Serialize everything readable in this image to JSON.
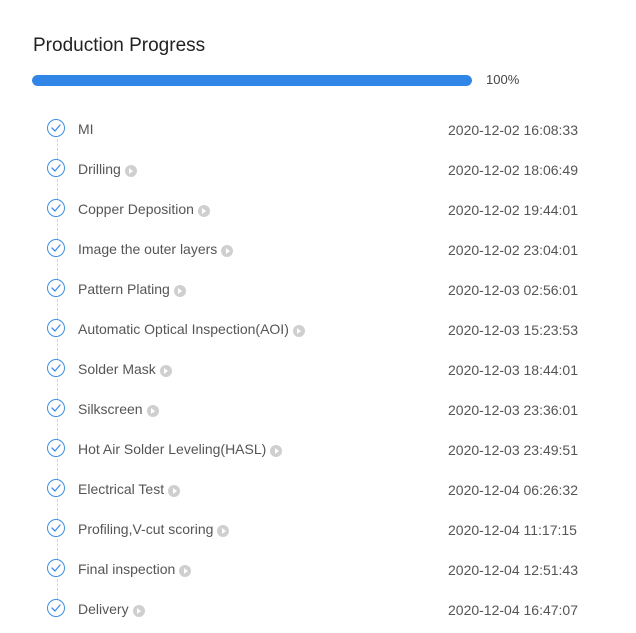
{
  "title": "Production Progress",
  "progress": {
    "value": 100,
    "label": "100%",
    "fill_color": "#2f86e6",
    "track_color": "#e6ebf2"
  },
  "colors": {
    "check": "#3d8ee8",
    "connector": "#bfd4ee",
    "play_icon": "#cfcfcf"
  },
  "steps": [
    {
      "label": "MI",
      "time": "2020-12-02 16:08:33",
      "play": false,
      "icon": "check-circle-icon"
    },
    {
      "label": "Drilling",
      "time": "2020-12-02 18:06:49",
      "play": true,
      "icon": "check-circle-icon"
    },
    {
      "label": "Copper Deposition",
      "time": "2020-12-02 19:44:01",
      "play": true,
      "icon": "check-circle-icon"
    },
    {
      "label": "Image the outer layers",
      "time": "2020-12-02 23:04:01",
      "play": true,
      "icon": "check-circle-icon"
    },
    {
      "label": "Pattern Plating",
      "time": "2020-12-03 02:56:01",
      "play": true,
      "icon": "check-circle-icon"
    },
    {
      "label": "Automatic Optical Inspection(AOI)",
      "time": "2020-12-03 15:23:53",
      "play": true,
      "icon": "check-circle-icon"
    },
    {
      "label": "Solder Mask",
      "time": "2020-12-03 18:44:01",
      "play": true,
      "icon": "check-circle-icon"
    },
    {
      "label": "Silkscreen",
      "time": "2020-12-03 23:36:01",
      "play": true,
      "icon": "check-circle-icon"
    },
    {
      "label": "Hot Air Solder Leveling(HASL)",
      "time": "2020-12-03 23:49:51",
      "play": true,
      "icon": "check-circle-icon"
    },
    {
      "label": "Electrical Test",
      "time": "2020-12-04 06:26:32",
      "play": true,
      "icon": "check-circle-icon"
    },
    {
      "label": "Profiling,V-cut scoring",
      "time": "2020-12-04 11:17:15",
      "play": true,
      "icon": "check-circle-icon"
    },
    {
      "label": "Final inspection",
      "time": "2020-12-04 12:51:43",
      "play": true,
      "icon": "check-circle-icon"
    },
    {
      "label": "Delivery",
      "time": "2020-12-04 16:47:07",
      "play": true,
      "icon": "check-circle-icon"
    }
  ]
}
